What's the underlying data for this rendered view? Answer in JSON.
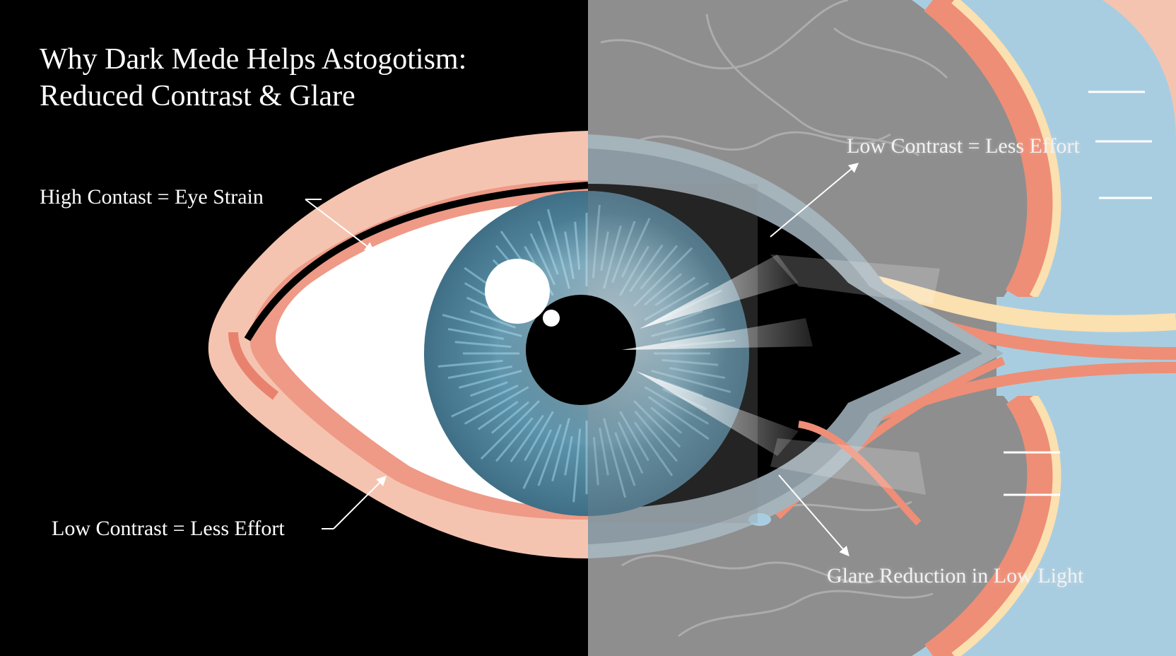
{
  "title": {
    "line1": "Why Dark Mede Helps Astogotism:",
    "line2": "Reduced Contrast & Glare"
  },
  "labels": {
    "high_contrast": "High Contast = Eye Strain",
    "low_contrast_left": "Low Contrast = Less Effort",
    "low_contrast_right": "Low Contrast = Less Effort",
    "glare_reduction": "Glare Reduction in Low Light"
  },
  "colors": {
    "dark_panel": "#000000",
    "light_panel": "#8e8e8e",
    "skin": "#f5c4b0",
    "skin_inner": "#ee9a86",
    "iris": "#5d94ab",
    "iris_dark": "#3f6f86",
    "sclera": "#ffffff",
    "nerve_blue": "#a9cde0",
    "nerve_salmon": "#ee8e76",
    "nerve_cream": "#fbe0b0"
  },
  "icons": [
    "eye-illustration",
    "optic-nerve",
    "light-rays",
    "arrows"
  ]
}
